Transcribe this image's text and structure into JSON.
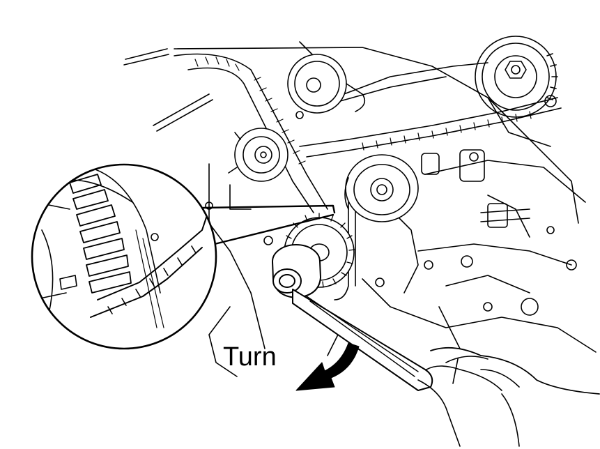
{
  "figure": {
    "instruction_label": "Turn",
    "ink_color": "#000000",
    "background_color": "#ffffff",
    "icons": [
      "timing-belt",
      "camshaft-pulley",
      "idler-pulley",
      "crankshaft-pulley",
      "wrench",
      "hand",
      "rotation-arrow",
      "magnified-detail"
    ]
  }
}
